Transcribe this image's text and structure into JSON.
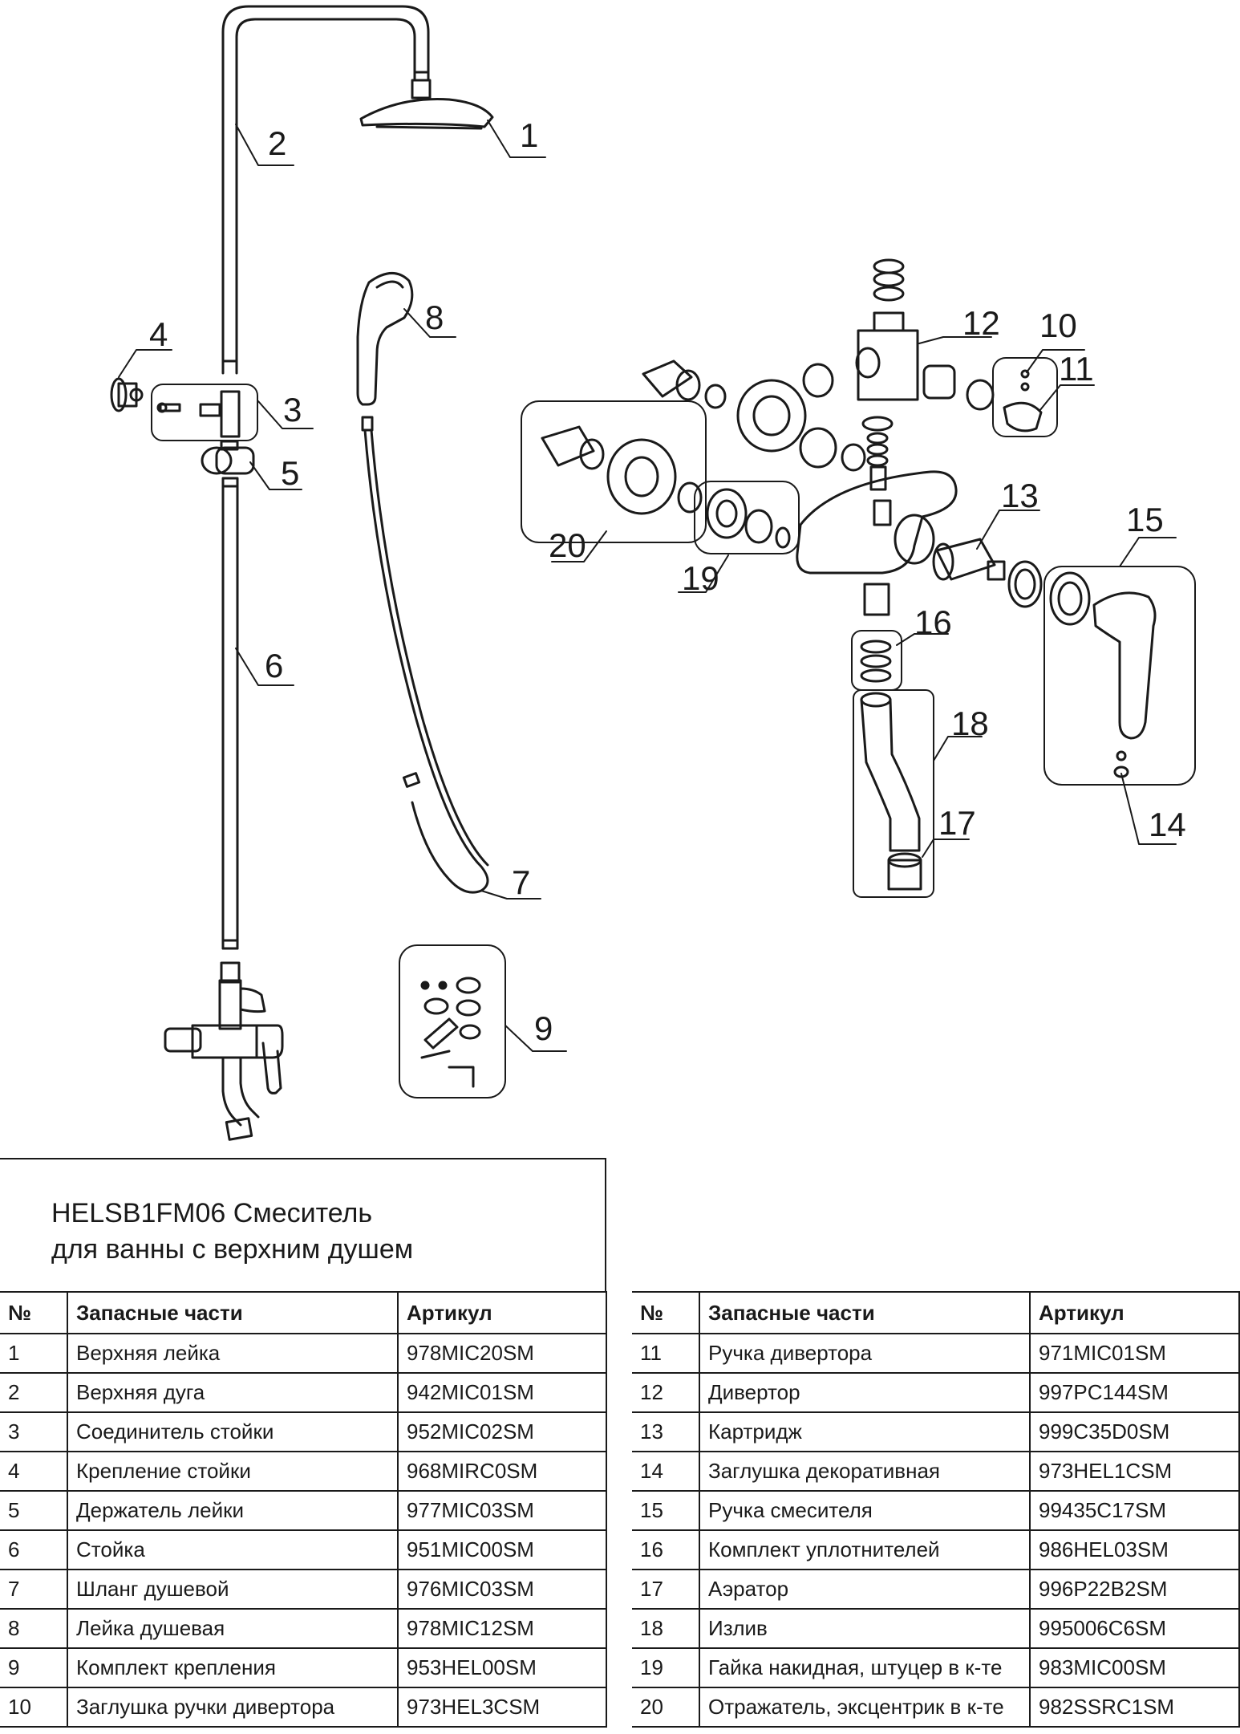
{
  "title": {
    "line1": "HELSB1FM06 Смеситель",
    "line2": "для ванны с верхним душем"
  },
  "diagram_labels": [
    "1",
    "2",
    "3",
    "4",
    "5",
    "6",
    "7",
    "8",
    "9",
    "10",
    "11",
    "12",
    "13",
    "14",
    "15",
    "16",
    "17",
    "18",
    "19",
    "20"
  ],
  "table": {
    "headers": {
      "no": "№",
      "part": "Запасные части",
      "sku": "Артикул"
    },
    "rows": [
      {
        "no": "1",
        "part": "Верхняя лейка",
        "sku": "978MIC20SM"
      },
      {
        "no": "2",
        "part": "Верхняя дуга",
        "sku": "942MIC01SM"
      },
      {
        "no": "3",
        "part": "Соединитель стойки",
        "sku": "952MIC02SM"
      },
      {
        "no": "4",
        "part": "Крепление стойки",
        "sku": "968MIRC0SM"
      },
      {
        "no": "5",
        "part": "Держатель лейки",
        "sku": "977MIC03SM"
      },
      {
        "no": "6",
        "part": "Стойка",
        "sku": "951MIC00SM"
      },
      {
        "no": "7",
        "part": "Шланг душевой",
        "sku": "976MIC03SM"
      },
      {
        "no": "8",
        "part": "Лейка душевая",
        "sku": "978MIC12SM"
      },
      {
        "no": "9",
        "part": "Комплект крепления",
        "sku": "953HEL00SM"
      },
      {
        "no": "10",
        "part": "Заглушка ручки дивертора",
        "sku": "973HEL3CSM"
      },
      {
        "no": "11",
        "part": "Ручка дивертора",
        "sku": "971MIC01SM"
      },
      {
        "no": "12",
        "part": "Дивертор",
        "sku": "997PC144SM"
      },
      {
        "no": "13",
        "part": "Картридж",
        "sku": "999C35D0SM"
      },
      {
        "no": "14",
        "part": "Заглушка декоративная",
        "sku": "973HEL1CSM"
      },
      {
        "no": "15",
        "part": "Ручка смесителя",
        "sku": "99435C17SM"
      },
      {
        "no": "16",
        "part": "Комплект уплотнителей",
        "sku": "986HEL03SM"
      },
      {
        "no": "17",
        "part": "Аэратор",
        "sku": "996P22B2SM"
      },
      {
        "no": "18",
        "part": "Излив",
        "sku": "995006C6SM"
      },
      {
        "no": "19",
        "part": "Гайка накидная, штуцер в к-те",
        "sku": "983MIC00SM"
      },
      {
        "no": "20",
        "part": "Отражатель, эксцентрик в к-те",
        "sku": "982SSRC1SM"
      }
    ]
  }
}
